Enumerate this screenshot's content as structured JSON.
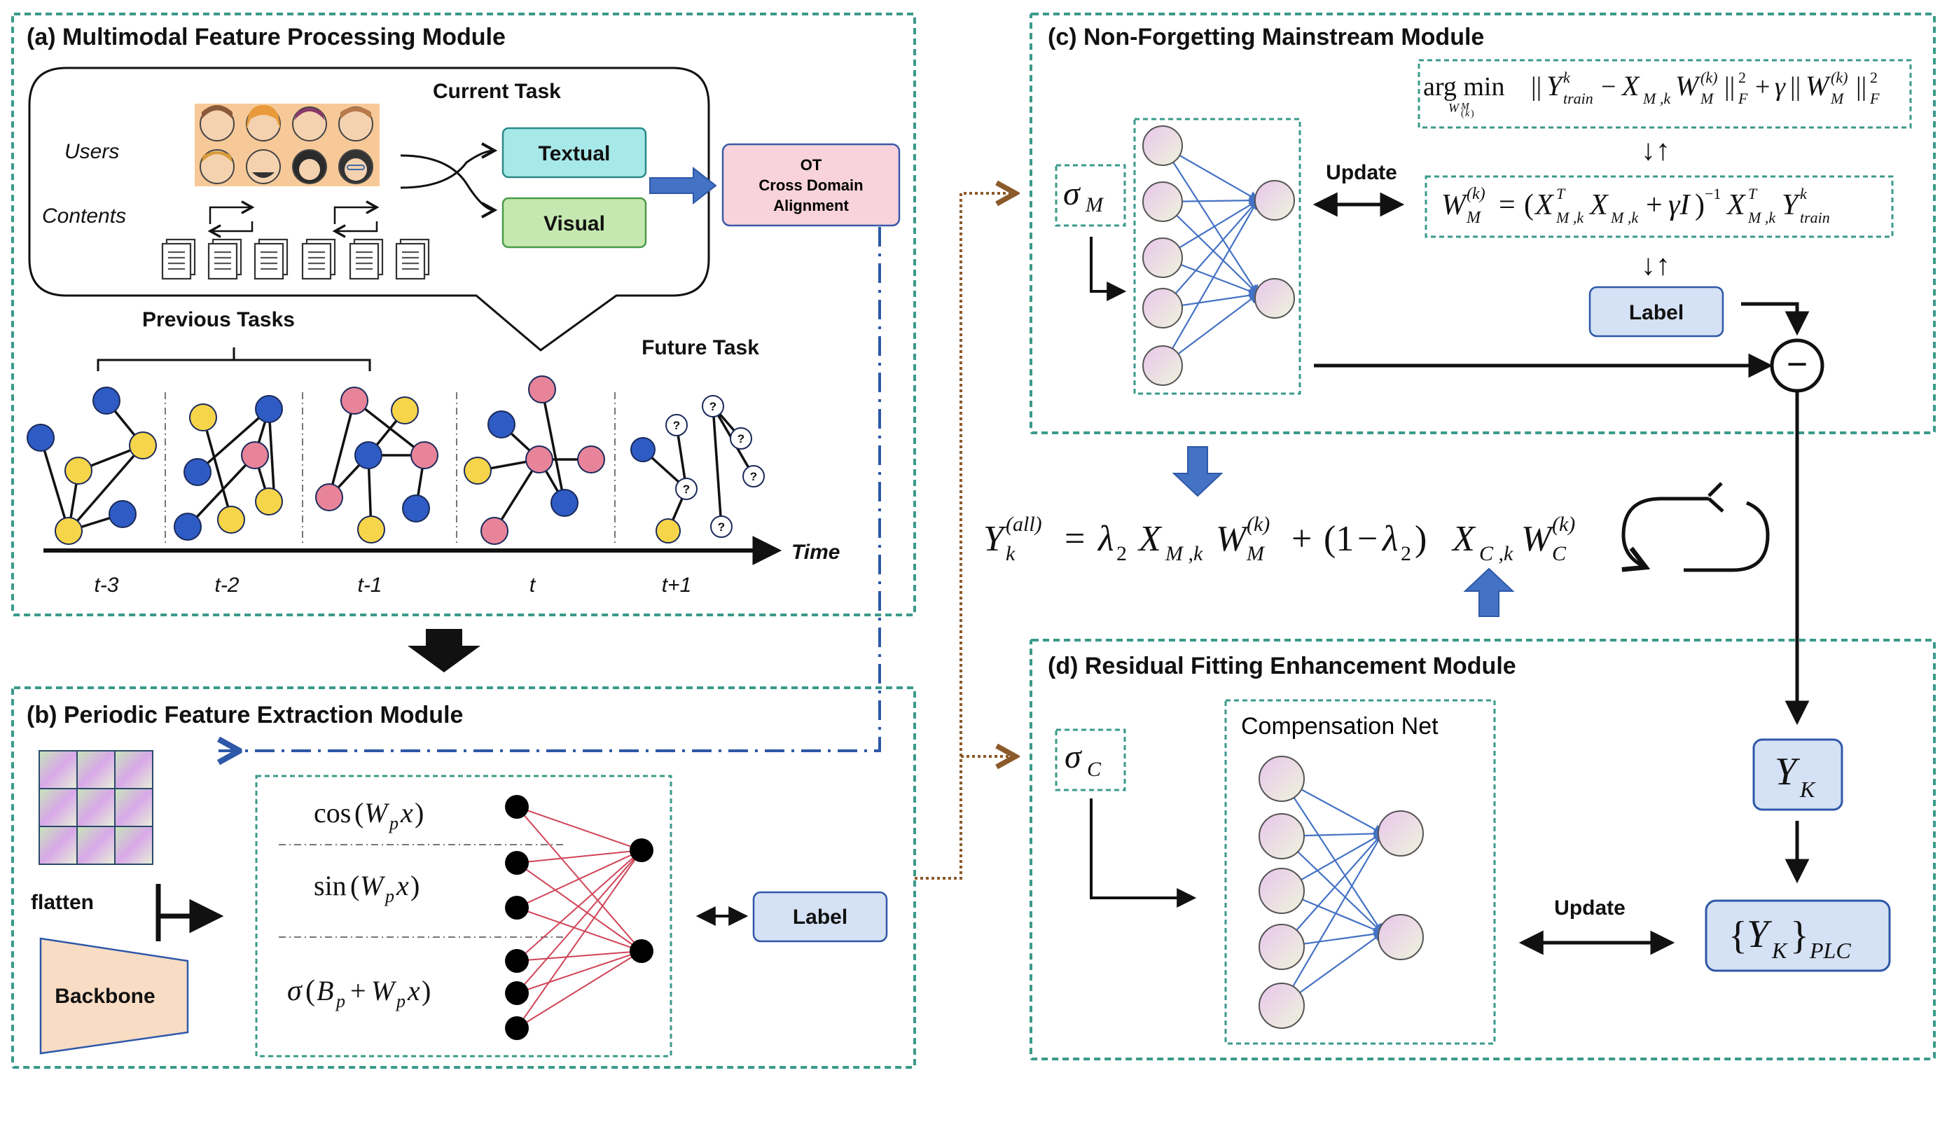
{
  "modules": {
    "a_title": "(a) Multimodal Feature Processing Module",
    "b_title": "(b) Periodic Feature Extraction Module",
    "c_title": "(c) Non-Forgetting Mainstream Module",
    "d_title": "(d) Residual Fitting Enhancement Module"
  },
  "module_a": {
    "current_task": "Current Task",
    "users": "Users",
    "contents": "Contents",
    "textual": "Textual",
    "visual": "Visual",
    "ot_line1": "OT",
    "ot_line2": "Cross Domain",
    "ot_line3": "Alignment",
    "previous_tasks": "Previous Tasks",
    "future_task": "Future Task",
    "time": "Time",
    "time_ticks": [
      "t-3",
      "t-2",
      "t-1",
      "t",
      "t+1"
    ],
    "unknown_mark": "?"
  },
  "module_b": {
    "flatten": "flatten",
    "backbone": "Backbone",
    "label": "Label",
    "cos_fn": "cos",
    "sin_fn": "sin",
    "sigma": "σ"
  },
  "module_c": {
    "update": "Update",
    "label": "Label",
    "sigma_m": "σ",
    "sigma_m_sub": "M",
    "argmin": "arg min",
    "argmin_sub": "W",
    "update_arrows": "↓↑"
  },
  "module_d": {
    "compensation_net": "Compensation Net",
    "update": "Update",
    "sigma_c": "σ",
    "sigma_c_sub": "C"
  },
  "outputs": {
    "y_k": "Y",
    "y_k_sub": "K",
    "plc_sub": "PLC",
    "minus": "−"
  },
  "colors": {
    "module_border": "#3a9a8a",
    "textual": "#a7e8e8",
    "visual": "#c5e8b0",
    "ot_box": "#f8d3dc",
    "label_box": "#d5e1f4",
    "backbone": "#f9dcc4",
    "arrow_blue": "#4472c4",
    "dashed_blue": "#2e58a8",
    "dotted_brown": "#8b5a2b",
    "node_blue": "#2f5bc4",
    "node_yellow": "#f7d54a",
    "node_pink": "#e8849a",
    "red_edges": "#d04458",
    "blue_edges": "#4472c4"
  },
  "icons": [
    "users-faces-icon",
    "document-stack-icon",
    "swap-arrows-icon",
    "cycle-icon"
  ]
}
